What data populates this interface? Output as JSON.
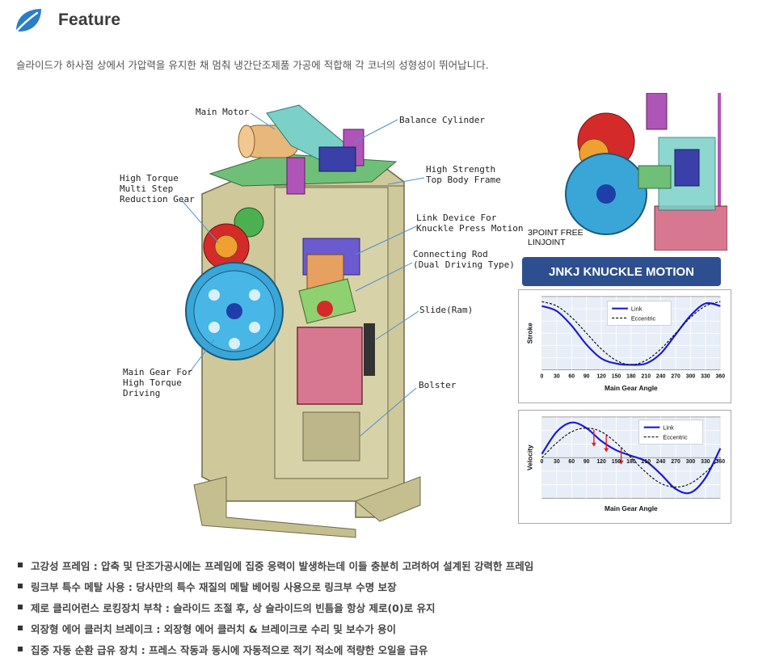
{
  "header": {
    "title": "Feature",
    "icon": "leaf-icon",
    "icon_color": "#2a7ec8"
  },
  "intro": "슬라이드가 하사점 상에서 가압력을 유지한 채 멈춰 냉간단조제품 가공에 적합해 각 코너의 성형성이 뛰어납니다.",
  "press_diagram": {
    "callouts": {
      "main_motor": "Main Motor",
      "balance_cylinder": "Balance Cylinder",
      "reduction_gear": "High Torque\nMulti Step\nReduction Gear",
      "top_body_frame": "High Strength\nTop Body Frame",
      "link_device": "Link Device For\nKnuckle Press Motion",
      "connecting_rod": "Connecting Rod\n(Dual Driving Type)",
      "slide": "Slide(Ram)",
      "main_gear": "Main Gear For\nHigh Torque\nDriving",
      "bolster": "Bolster"
    }
  },
  "motion": {
    "photo_label": "3POINT FREE\nLINJOINT",
    "banner": "JNKJ KNUCKLE MOTION",
    "banner_color": "#2e4f8f"
  },
  "chart_data": [
    {
      "type": "line",
      "ylabel": "Stroke",
      "xlabel": "Main Gear Angle",
      "x_ticks": [
        "0",
        "30",
        "60",
        "90",
        "120",
        "150",
        "180",
        "210",
        "240",
        "270",
        "300",
        "330",
        "360"
      ],
      "xlim": [
        0,
        360
      ],
      "grid": true,
      "legend": "top-right",
      "series": [
        {
          "name": "Link",
          "style": "solid",
          "color": "#1a1ad6",
          "x": [
            0,
            30,
            60,
            90,
            120,
            150,
            180,
            210,
            240,
            270,
            300,
            330,
            360
          ],
          "y": [
            0.93,
            0.85,
            0.62,
            0.32,
            0.1,
            0.02,
            0.0,
            0.02,
            0.18,
            0.48,
            0.78,
            0.97,
            0.93
          ]
        },
        {
          "name": "Eccentric",
          "style": "dashed",
          "color": "#111111",
          "x": [
            0,
            30,
            60,
            90,
            120,
            150,
            180,
            210,
            240,
            270,
            300,
            330,
            360
          ],
          "y": [
            1.0,
            0.93,
            0.75,
            0.5,
            0.25,
            0.07,
            0.0,
            0.07,
            0.25,
            0.5,
            0.75,
            0.93,
            1.0
          ]
        }
      ]
    },
    {
      "type": "line",
      "ylabel": "Velocity",
      "xlabel": "Main Gear Angle",
      "x_ticks": [
        "0",
        "30",
        "60",
        "90",
        "120",
        "150",
        "180",
        "210",
        "240",
        "270",
        "300",
        "330",
        "360"
      ],
      "xlim": [
        0,
        360
      ],
      "grid": true,
      "legend": "top-right",
      "series": [
        {
          "name": "Link",
          "style": "solid",
          "color": "#1a1ad6",
          "x": [
            0,
            30,
            60,
            90,
            120,
            150,
            180,
            210,
            240,
            270,
            300,
            330,
            360
          ],
          "y": [
            0.1,
            0.7,
            0.95,
            0.8,
            0.45,
            0.2,
            0.05,
            -0.1,
            -0.45,
            -0.85,
            -0.95,
            -0.55,
            0.25
          ]
        },
        {
          "name": "Eccentric",
          "style": "dashed",
          "color": "#111111",
          "x": [
            0,
            30,
            60,
            90,
            120,
            150,
            180,
            210,
            240,
            270,
            300,
            330,
            360
          ],
          "y": [
            0.0,
            0.4,
            0.7,
            0.8,
            0.7,
            0.4,
            0.0,
            -0.4,
            -0.7,
            -0.8,
            -0.7,
            -0.4,
            0.0
          ]
        }
      ],
      "annotations": [
        {
          "x": 105,
          "color": "#e02020"
        },
        {
          "x": 130,
          "color": "#e02020"
        },
        {
          "x": 160,
          "color": "#e02020"
        }
      ]
    }
  ],
  "features": [
    "고강성 프레임 : 압축 및 단조가공시에는 프레임에 집중 응력이 발생하는데 이들 충분히 고려하여 설계된 강력한 프레임",
    "링크부 특수 메탈 사용 : 당사만의 특수 재질의 메탈 베어링 사용으로 링크부 수명 보장",
    "제로 클리어런스 로킹장치 부착 : 슬라이드 조절 후, 상 슬라이드의 빈틈을 항상 제로(0)로 유지",
    "외장형 에어 클러치 브레이크 : 외장형 에어 클러치 & 브레이크로 수리 및 보수가 용이",
    "집중 자동 순환 급유 장치 : 프레스 작동과 동시에 자동적으로 적기 적소에 적량한 오일을 급유"
  ]
}
